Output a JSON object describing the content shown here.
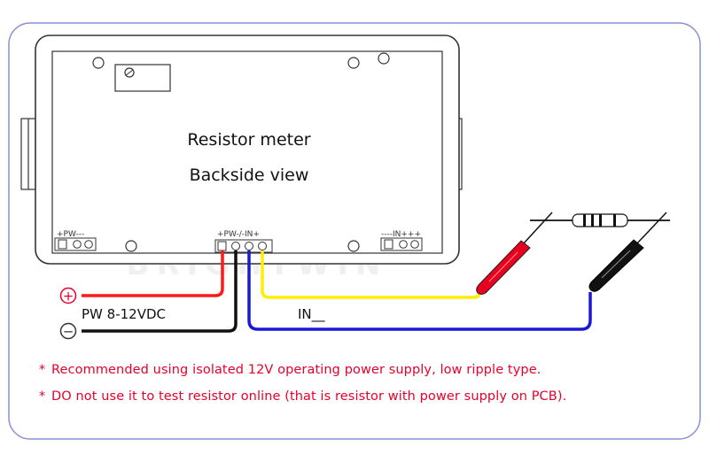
{
  "meter": {
    "title_line1": "Resistor meter",
    "title_line2": "Backside view",
    "pw_label_left": "+PW---",
    "terminal_label_center": "+PW-/-IN+",
    "in_label_right": "----IN+++"
  },
  "power": {
    "plus_symbol": "+",
    "minus_symbol": "−",
    "label": "PW 8-12VDC"
  },
  "input": {
    "label": "IN__"
  },
  "notes": [
    {
      "bullet": "*",
      "text": "Recommended using isolated 12V operating power supply, low ripple type."
    },
    {
      "bullet": "*",
      "text": "DO not use it to test resistor online (that is resistor with power supply on PCB)."
    }
  ],
  "watermark": "BRIGHTWIN",
  "colors": {
    "positive_wire": "#ff1a1a",
    "negative_wire": "#111111",
    "input_wire_yellow": "#ffee00",
    "input_wire_blue": "#1a1ad6",
    "note_text": "#e8002b",
    "frame_border": "#8c8fd6"
  }
}
